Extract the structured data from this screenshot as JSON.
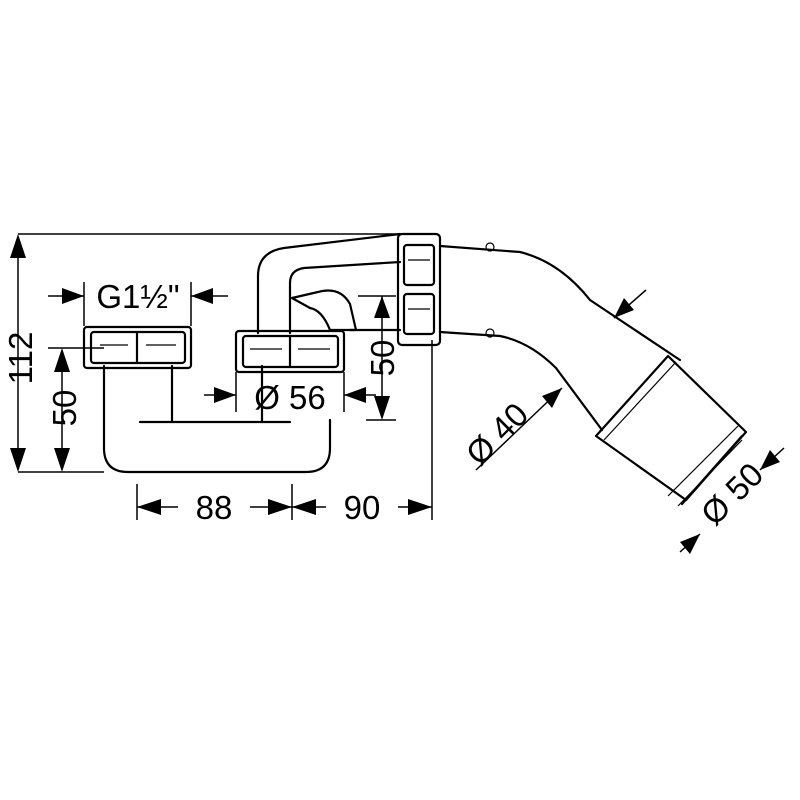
{
  "labels": {
    "thread": "G1½\"",
    "total_height": "112",
    "trap_height": "50",
    "dia_56": "Ø 56",
    "rise_50": "50",
    "width_88": "88",
    "width_90": "90",
    "dia_40": "Ø 40",
    "dia_50": "Ø 50"
  },
  "colors": {
    "line": "#000000",
    "background": "#ffffff"
  }
}
